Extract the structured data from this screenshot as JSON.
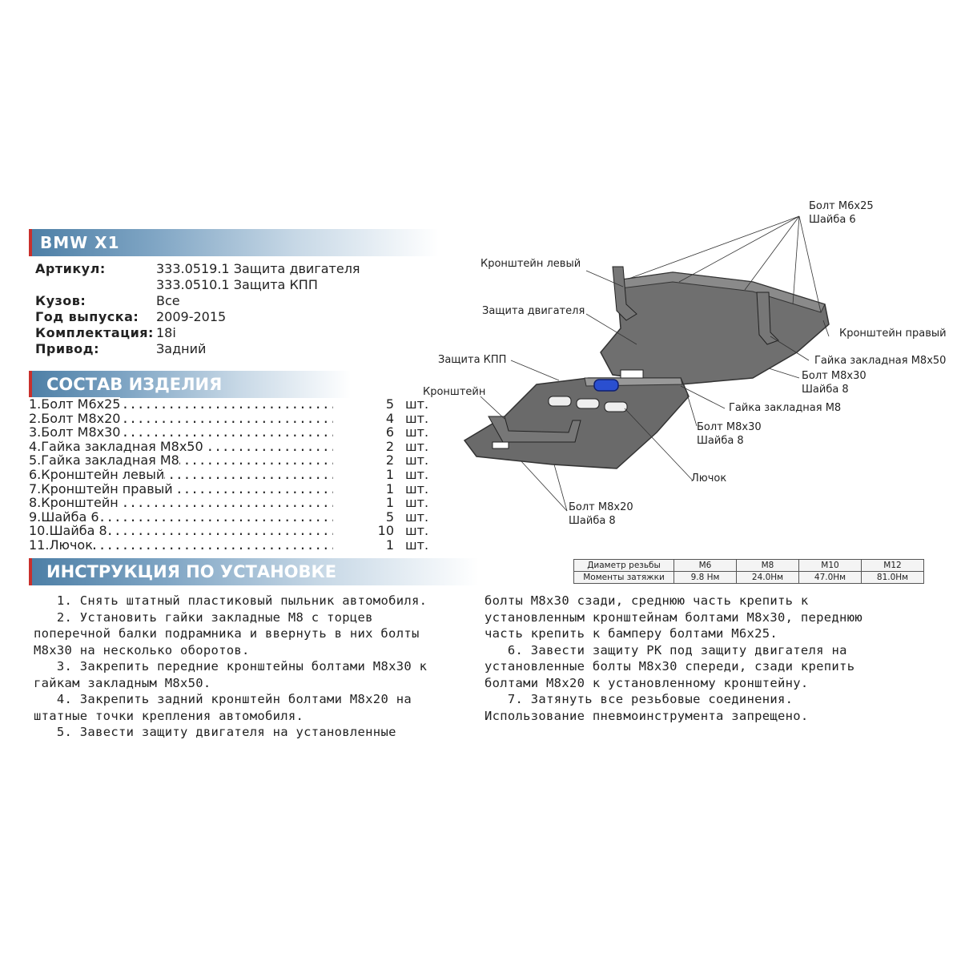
{
  "title": "BMW X1",
  "info": [
    {
      "key": "Артикул:",
      "values": [
        "333.0519.1 Защита двигателя",
        "333.0510.1 Защита КПП"
      ]
    },
    {
      "key": "Кузов:",
      "values": [
        "Все"
      ]
    },
    {
      "key": "Год выпуска:",
      "values": [
        "2009-2015"
      ]
    },
    {
      "key": "Комплектация:",
      "values": [
        "18i"
      ]
    },
    {
      "key": "Привод:",
      "values": [
        "Задний"
      ]
    }
  ],
  "sostav_header": "СОСТАВ ИЗДЕЛИЯ",
  "parts": [
    {
      "name": "1.Болт М6х25",
      "qty": "5",
      "unit": "шт."
    },
    {
      "name": "2.Болт М8х20",
      "qty": "4",
      "unit": "шт."
    },
    {
      "name": "3.Болт М8х30",
      "qty": "6",
      "unit": "шт."
    },
    {
      "name": "4.Гайка закладная М8х50",
      "qty": "2",
      "unit": "шт."
    },
    {
      "name": "5.Гайка закладная М8",
      "qty": "2",
      "unit": "шт."
    },
    {
      "name": "6.Кронштейн левый",
      "qty": "1",
      "unit": "шт."
    },
    {
      "name": "7.Кронштейн правый",
      "qty": "1",
      "unit": "шт."
    },
    {
      "name": "8.Кронштейн",
      "qty": "1",
      "unit": "шт."
    },
    {
      "name": "9.Шайба 6",
      "qty": "5",
      "unit": "шт."
    },
    {
      "name": "10.Шайба 8",
      "qty": "10",
      "unit": "шт."
    },
    {
      "name": "11.Лючок",
      "qty": "1",
      "unit": "шт."
    }
  ],
  "instr_header": "ИНСТРУКЦИЯ ПО УСТАНОВКЕ",
  "instructions_left": "   1. Снять штатный пластиковый пыльник автомобиля.\n   2. Установить гайки закладные М8 с торцев\nпоперечной балки подрамника и ввернуть в них болты\nМ8х30 на несколько оборотов.\n   3. Закрепить передние кронштейны болтами М8х30 к\nгайкам закладным М8х50.\n   4. Закрепить задний кронштейн болтами М8х20 на\nштатные точки крепления автомобиля.\n   5. Завести защиту двигателя на установленные",
  "instructions_right": "болты М8х30 сзади, среднюю часть крепить к\nустановленным кронштейнам болтами М8х30, переднюю\nчасть крепить к бамперу болтами М6х25.\n   6. Завести защиту РК под защиту двигателя на\nустановленные болты М8х30 спереди, сзади крепить\nболтами М8х20 к установленному кронштейну.\n   7. Затянуть все резьбовые соединения.\nИспользование пневмоинструмента запрещено.",
  "torque": {
    "row1_label": "Диаметр резьбы",
    "row2_label": "Моменты затяжки",
    "sizes": [
      "M6",
      "M8",
      "M10",
      "M12"
    ],
    "values": [
      "9.8 Нм",
      "24.0Нм",
      "47.0Нм",
      "81.0Нм"
    ]
  },
  "diagram_labels": {
    "bolt_m6_1": "Болт М6х25",
    "washer_6": "Шайба 6",
    "bracket_left": "Кронштейн левый",
    "engine_guard": "Защита двигателя",
    "bracket_right": "Кронштейн правый",
    "nut_m8x50": "Гайка закладная М8х50",
    "kpp_guard": "Защита КПП",
    "bolt_m8x30_r": "Болт М8х30",
    "washer_8_r": "Шайба 8",
    "bracket": "Кронштейн",
    "nut_m8": "Гайка закладная М8",
    "bolt_m8x30_c": "Болт М8х30",
    "washer_8_c": "Шайба 8",
    "hatch": "Лючок",
    "bolt_m8x20": "Болт М8х20",
    "washer_8_b": "Шайба 8"
  },
  "colors": {
    "band": "#4d7fa6",
    "hatch": "#2a4fd0",
    "guard": "#6f6f6f"
  }
}
